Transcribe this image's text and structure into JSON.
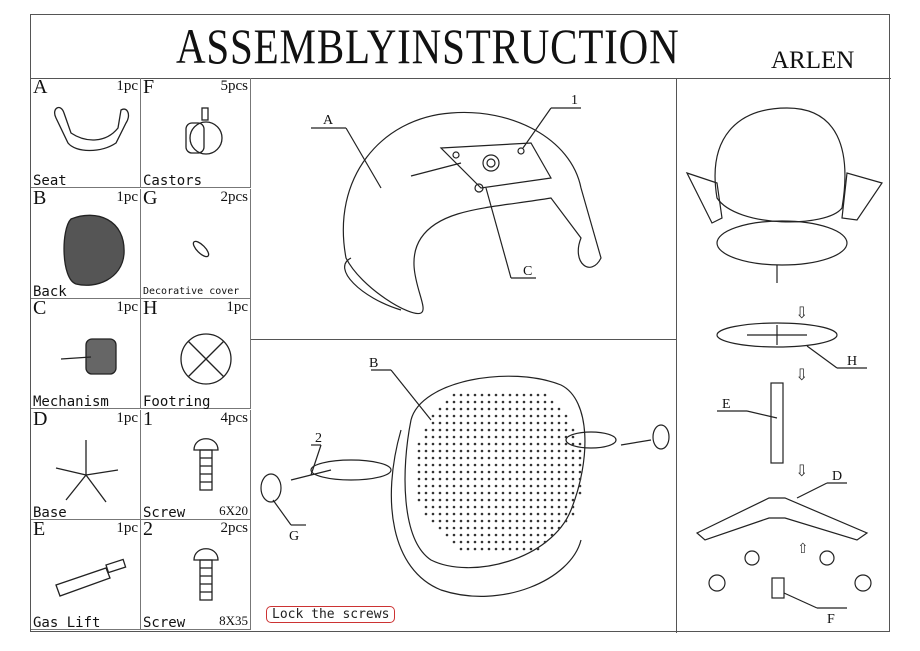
{
  "header": {
    "title": "ASSEMBLYINSTRUCTION",
    "model": "ARLEN"
  },
  "parts": [
    {
      "letter": "A",
      "qty": "1pc",
      "name": "Seat",
      "icon": "seat-icon"
    },
    {
      "letter": "F",
      "qty": "5pcs",
      "name": "Castors",
      "icon": "castor-icon"
    },
    {
      "letter": "B",
      "qty": "1pc",
      "name": "Back",
      "icon": "back-icon"
    },
    {
      "letter": "G",
      "qty": "2pcs",
      "name": "Decorative cover",
      "icon": "cover-icon"
    },
    {
      "letter": "C",
      "qty": "1pc",
      "name": "Mechanism",
      "icon": "mechanism-icon"
    },
    {
      "letter": "H",
      "qty": "1pc",
      "name": "Footring",
      "icon": "footring-icon"
    },
    {
      "letter": "D",
      "qty": "1pc",
      "name": "Base",
      "icon": "base-icon"
    },
    {
      "letter": "1",
      "qty": "4pcs",
      "name": "Screw",
      "size": "6X20",
      "icon": "screw-icon"
    },
    {
      "letter": "E",
      "qty": "1pc",
      "name": "Gas Lift",
      "icon": "gas-lift-icon"
    },
    {
      "letter": "2",
      "qty": "2pcs",
      "name": "Screw",
      "size": "8X35",
      "icon": "screw-icon"
    }
  ],
  "step1": {
    "labels": {
      "a": "A",
      "one": "1",
      "c": "C"
    }
  },
  "step2": {
    "labels": {
      "b": "B",
      "two": "2",
      "g": "G"
    },
    "note": "Lock the screws",
    "note_color": "#cc3333"
  },
  "step3": {
    "labels": {
      "h": "H",
      "e": "E",
      "d": "D",
      "f": "F"
    }
  }
}
